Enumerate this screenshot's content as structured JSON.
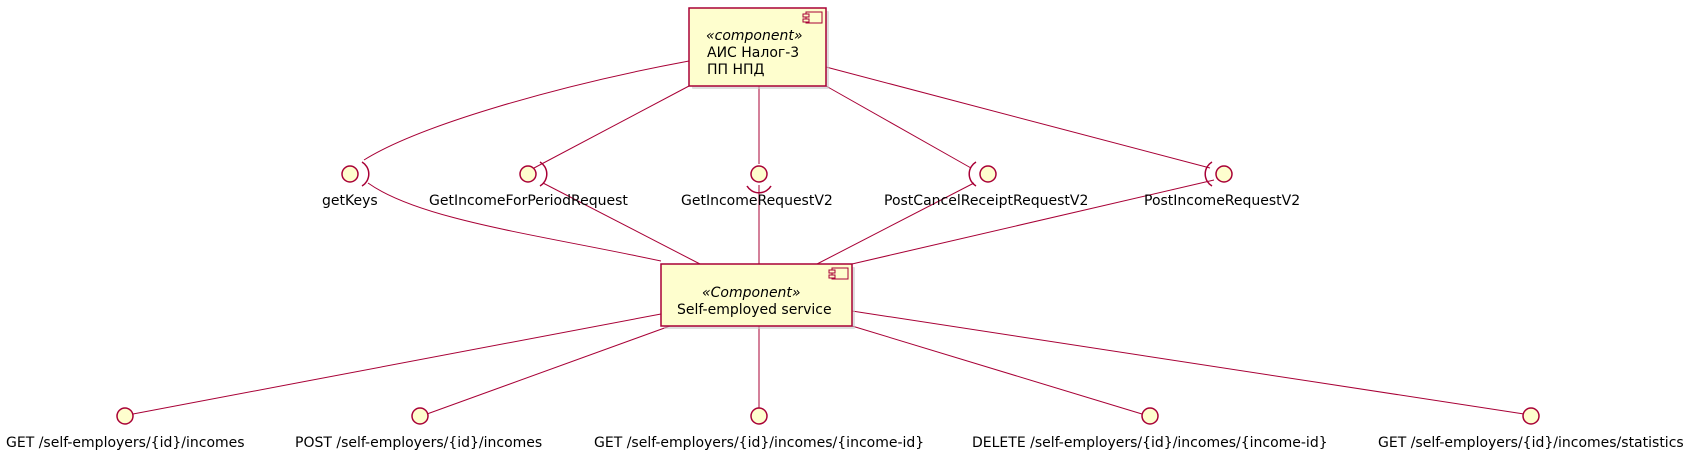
{
  "components": {
    "nalog": {
      "stereotype": "«component»",
      "name_lines": [
        "АИС Налог-3",
        "ПП НПД"
      ]
    },
    "service": {
      "stereotype": "«Component»",
      "name_lines": [
        "Self-employed service"
      ]
    }
  },
  "required_interfaces": [
    {
      "label": "getKeys"
    },
    {
      "label": "GetIncomeForPeriodRequest"
    },
    {
      "label": "GetIncomeRequestV2"
    },
    {
      "label": "PostCancelReceiptRequestV2"
    },
    {
      "label": "PostIncomeRequestV2"
    }
  ],
  "provided_interfaces": [
    {
      "label": "GET /self-employers/{id}/incomes"
    },
    {
      "label": "POST /self-employers/{id}/incomes"
    },
    {
      "label": "GET /self-employers/{id}/incomes/{income-id}"
    },
    {
      "label": "DELETE /self-employers/{id}/incomes/{income-id}"
    },
    {
      "label": "GET /self-employers/{id}/incomes/statistics"
    }
  ],
  "colors": {
    "line": "#A80036",
    "fill": "#FEFECE"
  }
}
